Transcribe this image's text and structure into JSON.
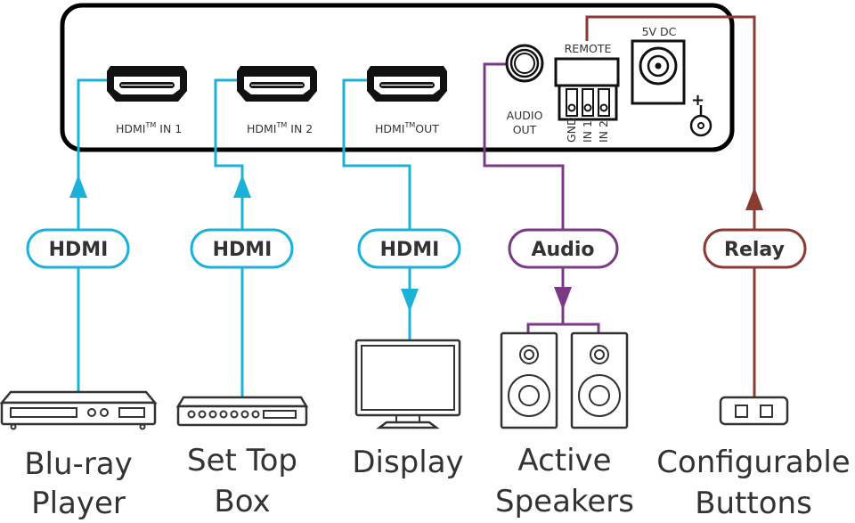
{
  "colors": {
    "hdmi": "#1cb1d8",
    "audio": "#7b3a86",
    "relay": "#8a3b32",
    "text": "#333333",
    "device": "#000000"
  },
  "device_panel": {
    "ports": [
      {
        "name": "hdmi-in-1",
        "label": "HDMI",
        "tm": "TM",
        "suffix": " IN 1"
      },
      {
        "name": "hdmi-in-2",
        "label": "HDMI",
        "tm": "TM",
        "suffix": " IN 2"
      },
      {
        "name": "hdmi-out",
        "label": "HDMI",
        "tm": "TM",
        "suffix": "OUT"
      }
    ],
    "audio_out_line1": "AUDIO",
    "audio_out_line2": "OUT",
    "remote_label": "REMOTE",
    "remote_pins": [
      "GND",
      "IN 1",
      "IN 2"
    ],
    "power_label": "5V DC",
    "polarity": "+"
  },
  "connections": [
    {
      "type": "HDMI",
      "direction": "to-device"
    },
    {
      "type": "HDMI",
      "direction": "to-device"
    },
    {
      "type": "HDMI",
      "direction": "from-device"
    },
    {
      "type": "Audio",
      "direction": "from-device"
    },
    {
      "type": "Relay",
      "direction": "to-device"
    }
  ],
  "devices": [
    {
      "line1": "Blu-ray",
      "line2": "Player",
      "icon": "bluray-player-icon"
    },
    {
      "line1": "Set Top",
      "line2": "Box",
      "icon": "set-top-box-icon"
    },
    {
      "line1": "Display",
      "line2": "",
      "icon": "display-icon"
    },
    {
      "line1": "Active",
      "line2": "Speakers",
      "icon": "speakers-icon"
    },
    {
      "line1": "Configurable",
      "line2": "Buttons",
      "icon": "buttons-icon"
    }
  ]
}
